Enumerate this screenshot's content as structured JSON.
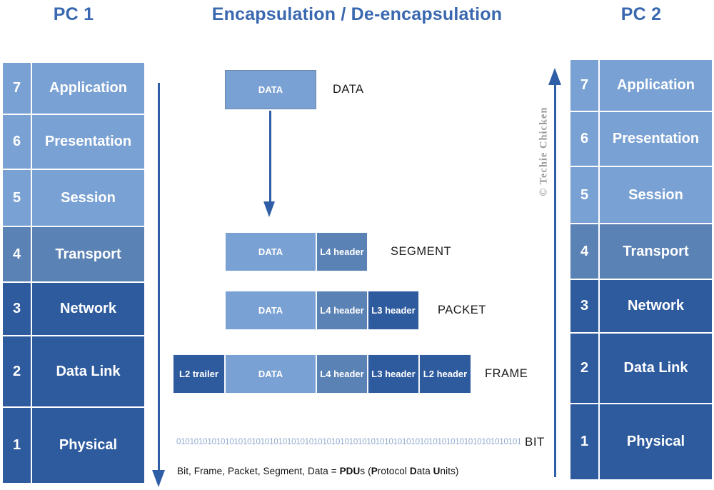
{
  "titles": {
    "pc1": "PC 1",
    "center": "Encapsulation / De-encapsulation",
    "pc2": "PC 2"
  },
  "colors": {
    "layer_light": "#7aa1d3",
    "layer_medium": "#5b82b5",
    "layer_dark": "#2e5b9e",
    "title_blue": "#3a68b0",
    "arrow_blue": "#2f5ea6",
    "binary_blue": "#8fa9ce",
    "watermark_gray": "#9a9a9a"
  },
  "osi_layers": [
    {
      "number": "7",
      "name": "Application",
      "tone": "light"
    },
    {
      "number": "6",
      "name": "Presentation",
      "tone": "light"
    },
    {
      "number": "5",
      "name": "Session",
      "tone": "light"
    },
    {
      "number": "4",
      "name": "Transport",
      "tone": "medium"
    },
    {
      "number": "3",
      "name": "Network",
      "tone": "dark"
    },
    {
      "number": "2",
      "name": "Data Link",
      "tone": "dark"
    },
    {
      "number": "1",
      "name": "Physical",
      "tone": "dark"
    }
  ],
  "pdu_rows": {
    "data": {
      "label": "DATA",
      "cells": [
        "DATA"
      ]
    },
    "segment": {
      "label": "SEGMENT",
      "cells": [
        "DATA",
        "L4 header"
      ]
    },
    "packet": {
      "label": "PACKET",
      "cells": [
        "DATA",
        "L4 header",
        "L3 header"
      ]
    },
    "frame": {
      "label": "FRAME",
      "cells": [
        "L2 trailer",
        "DATA",
        "L4 header",
        "L3 header",
        "L2 header"
      ]
    }
  },
  "bit_row": {
    "binary": "01010101010101010101010101010101010101010101010101010101010101010101010101010101010101",
    "label": "BIT"
  },
  "footnote_parts": [
    {
      "text": "Bit, Frame, Packet, Segment, Data = ",
      "bold": false
    },
    {
      "text": "PDU",
      "bold": true
    },
    {
      "text": "s (",
      "bold": false
    },
    {
      "text": "P",
      "bold": true
    },
    {
      "text": "rotocol ",
      "bold": false
    },
    {
      "text": "D",
      "bold": true
    },
    {
      "text": "ata ",
      "bold": false
    },
    {
      "text": "U",
      "bold": true
    },
    {
      "text": "nits)",
      "bold": false
    }
  ],
  "watermark": "© Techie Chicken"
}
